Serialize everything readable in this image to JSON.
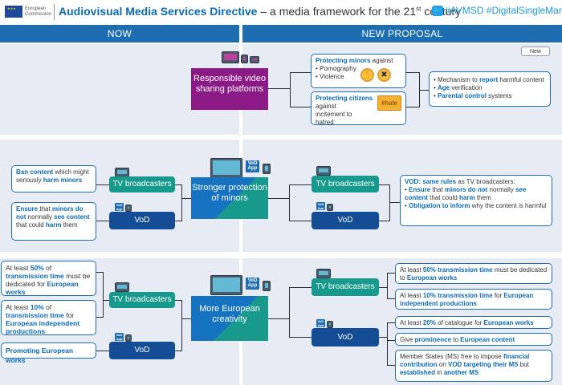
{
  "header": {
    "ec_line1": "European",
    "ec_line2": "Commission",
    "title_main": "Audiovisual Media Services Directive",
    "title_rest": " – a media framework for the 21",
    "title_sup": "st",
    "title_end": " century",
    "hashtags": "#AVMSD #DigitalSingleMarket"
  },
  "columns": {
    "left": "NOW",
    "right": "NEW PROPOSAL"
  },
  "new_badge": "New",
  "section1": {
    "center": "Responsible video sharing platforms",
    "minors_b": "Protecting minors",
    "minors_t": " against",
    "minors_items": [
      "Pornography",
      "Violence"
    ],
    "citizens_b": "Protecting citizens",
    "citizens_t": "against incitement to hatred",
    "hate_word": "#hate",
    "mech_pre": "Mechanism to ",
    "mech_b": "report",
    "mech_post": " harmful content",
    "age_b": "Age",
    "age_t": " verification",
    "parental_b": "Parental control",
    "parental_t": " systems"
  },
  "section2": {
    "center": "Stronger protection of minors",
    "tv": "TV broadcasters",
    "vod": "VoD",
    "ban_b1": "Ban content",
    "ban_t1": " which might seriously ",
    "ban_b2": "harm minors",
    "ens_b1": "Ensure",
    "ens_t1": " that ",
    "ens_b2": "minors do not",
    "ens_t2": " normally ",
    "ens_b3": "see content",
    "ens_t3": " that could ",
    "ens_b4": "harm",
    "ens_t4": " them",
    "rvod_b": "VOD: same rules",
    "rvod_t": " as TV broadcasters:",
    "r1_b1": "Ensure",
    "r1_t1": " that ",
    "r1_b2": "minors do not",
    "r1_t2": " normally ",
    "r1_b3": "see content",
    "r1_t3": " that could ",
    "r1_b4": "harm",
    "r1_t4": " them",
    "r2_b1": "Obligation to inform",
    "r2_t1": " why the content is harmful"
  },
  "section3": {
    "center": "More European creativity",
    "tv": "TV broadcasters",
    "vod": "VoD",
    "l1_t1": "At least ",
    "l1_b1": "50%",
    "l1_t2": " of ",
    "l1_b2": "transmission time",
    "l1_t3": " must be dedicated for ",
    "l1_b3": "European works",
    "l2_t1": "At least ",
    "l2_b1": "10%",
    "l2_t2": " of ",
    "l2_b2": "transmission time",
    "l2_t3": " for ",
    "l2_b3": "European independent productions",
    "l3_b": "Promoting European works",
    "r1_t1": "At least ",
    "r1_b1": "50% transmission time",
    "r1_t2": " must be dedicated to ",
    "r1_b2": "European works",
    "r2_t1": "At least ",
    "r2_b1": "10% transmission time",
    "r2_t2": " for ",
    "r2_b2": "European independent productions",
    "r3_t1": "At least ",
    "r3_b1": "20%",
    "r3_t2": " of catalogue for ",
    "r3_b2": "European works",
    "r4_t1": "Give ",
    "r4_b1": "prominence",
    "r4_t2": " to ",
    "r4_b2": "European content",
    "r5_t1": "Member States (MS) free to impose ",
    "r5_b1": "financial contribution",
    "r5_t2": " on ",
    "r5_b2": "VOD targeting their MS",
    "r5_t3": " but ",
    "r5_b3": "established",
    "r5_t4": " in ",
    "r5_b4": "another MS"
  },
  "icon_labels": {
    "vod_top": "VoD",
    "vod_bottom": "App"
  }
}
